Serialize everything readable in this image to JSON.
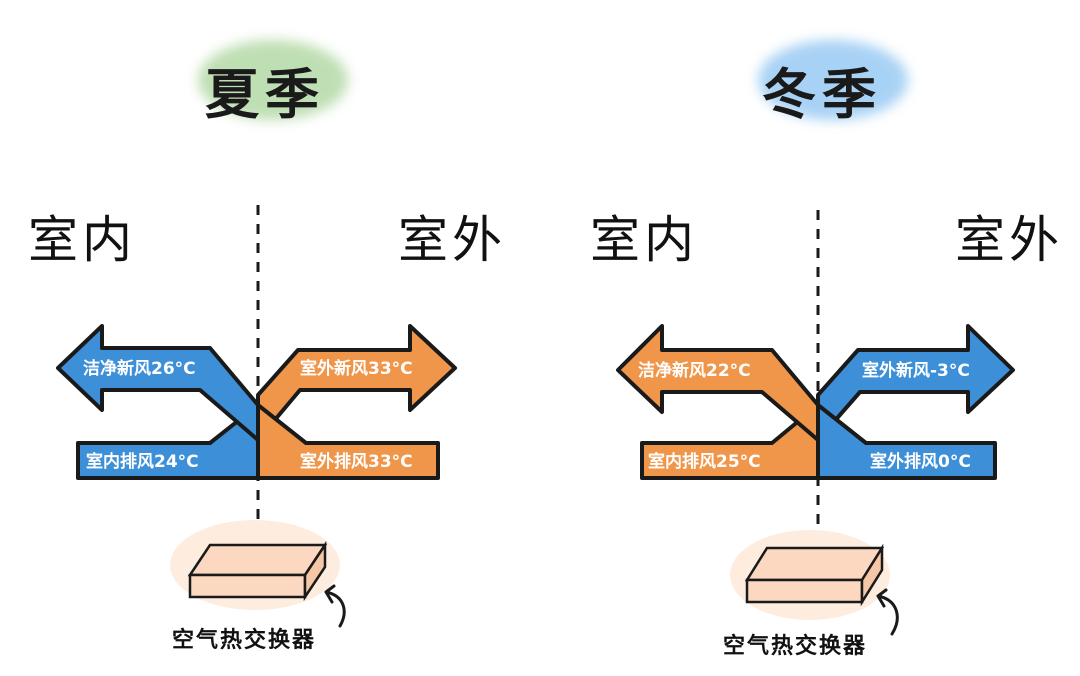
{
  "colors": {
    "blue": "#3d8fd8",
    "orange": "#f0964a",
    "green_blob": "#a9d49a",
    "blue_blob": "#8cc3f2",
    "hx_fill": "#fbd8bf",
    "outline": "#1a1a1a"
  },
  "summer": {
    "title": "夏季",
    "indoor_label": "室内",
    "outdoor_label": "室外",
    "clean_fresh_air": "洁净新风26°C",
    "indoor_exhaust": "室内排风24°C",
    "outdoor_fresh_air": "室外新风33°C",
    "outdoor_exhaust": "室外排风33°C",
    "exchanger_label": "空气热交换器"
  },
  "winter": {
    "title": "冬季",
    "indoor_label": "室内",
    "outdoor_label": "室外",
    "clean_fresh_air": "洁净新风22°C",
    "indoor_exhaust": "室内排风25°C",
    "outdoor_fresh_air": "室外新风-3°C",
    "outdoor_exhaust": "室外排风0°C",
    "exchanger_label": "空气热交换器"
  }
}
